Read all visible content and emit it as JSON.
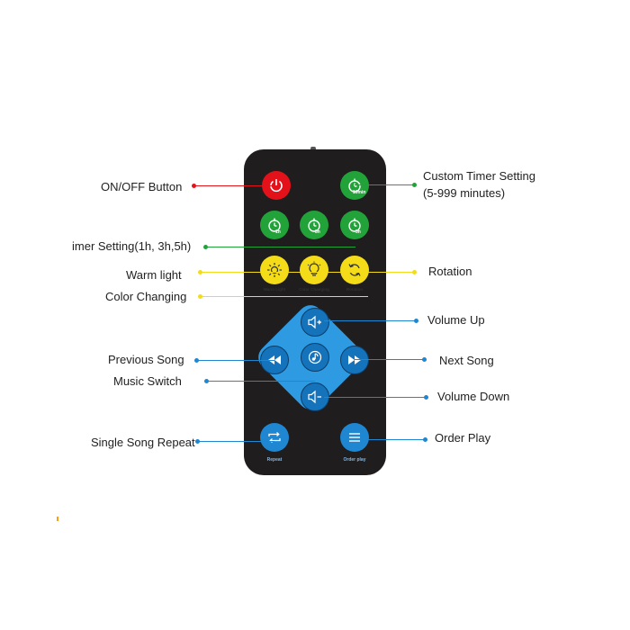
{
  "labels": {
    "on_off": "ON/OFF Button",
    "custom_timer_line1": "Custom Timer Setting",
    "custom_timer_line2": "(5-999 minutes)",
    "timer_setting": "imer Setting(1h, 3h,5h)",
    "warm_light": "Warm light",
    "rotation": "Rotation",
    "color_changing": "Color Changing",
    "volume_up": "Volume Up",
    "previous_song": "Previous Song",
    "next_song": "Next Song",
    "music_switch": "Music Switch",
    "volume_down": "Volume Down",
    "single_song_repeat": "Single Song Repeat",
    "order_play": "Order Play"
  },
  "button_text": {
    "custom_timer": "10min",
    "timer_1h": "1h",
    "timer_3h": "3h",
    "timer_5h": "5h",
    "warm_light": "Warm Light",
    "color_changing": "Color Changing",
    "rotation": "Rotation",
    "repeat": "Repeat",
    "order_play": "Order play"
  },
  "colors": {
    "power": "#e3121a",
    "timer": "#22a33a",
    "light": "#f4dc19",
    "music": "#1f86d2",
    "body": "#1f1d1d"
  },
  "icons": {
    "power": "power-icon",
    "timer": "stopwatch-icon",
    "warm_light": "sun-icon",
    "color_changing": "bulb-icon",
    "rotation": "rotate-icon",
    "volume_up": "speaker-plus-icon",
    "volume_down": "speaker-minus-icon",
    "previous": "rewind-icon",
    "next": "fast-forward-icon",
    "music_switch": "music-note-icon",
    "repeat": "repeat-icon",
    "order_play": "list-icon"
  }
}
